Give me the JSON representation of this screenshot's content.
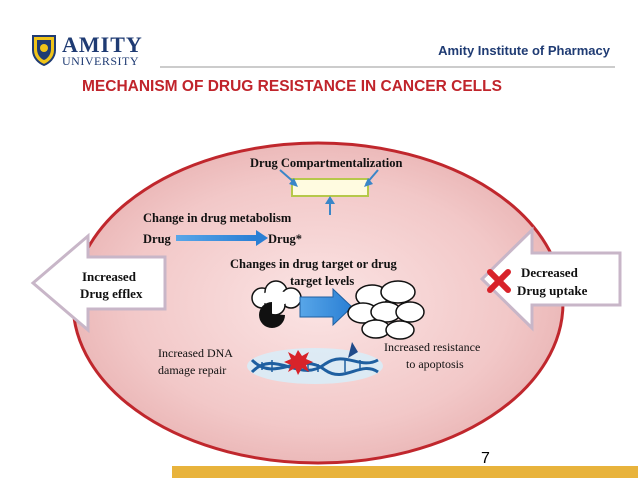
{
  "header": {
    "logo_name": "AMITY",
    "logo_sub": "UNIVERSITY",
    "institute": "Amity Institute of Pharmacy"
  },
  "title": "MECHANISM OF DRUG RESISTANCE IN CANCER CELLS",
  "diagram": {
    "compartmentalization": "Drug Compartmentalization",
    "metabolism_title": "Change in drug metabolism",
    "metabolism_from": "Drug",
    "metabolism_to": "Drug*",
    "target_line1": "Changes in drug target or drug",
    "target_line2": "target levels",
    "efflux_line1": "Increased",
    "efflux_line2": "Drug efflex",
    "uptake_line1": "Decreased",
    "uptake_line2": "Drug uptake",
    "dna_line1": "Increased DNA",
    "dna_line2": "damage repair",
    "apoptosis_line1": "Increased resistance",
    "apoptosis_line2": "to apoptosis"
  },
  "slide_number": "7",
  "colors": {
    "title_red": "#c0242b",
    "brand_blue": "#1f3b73",
    "cell_fill": "#f2c8c8",
    "cell_border": "#c0272d",
    "footer_bar": "#e8b33c",
    "arrow_blue": "#2a7fd4"
  }
}
